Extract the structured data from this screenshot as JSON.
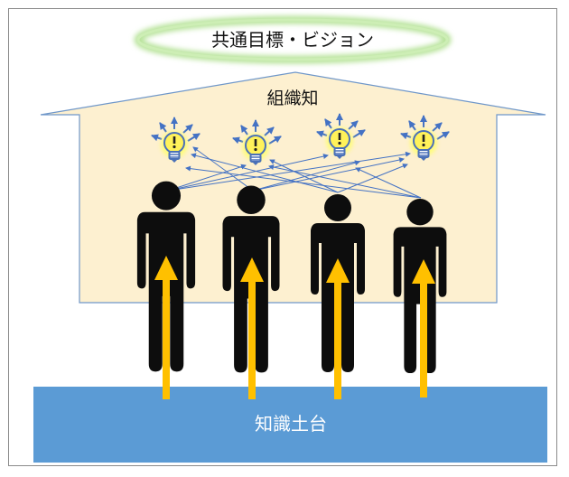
{
  "vision_label": "共通目標・ビジョン",
  "organization_label": "組織知",
  "foundation_label": "知識土台",
  "colors": {
    "house_fill": "#fdf0d0",
    "house_stroke": "#6f97c9",
    "foundation": "#5b9bd5",
    "person": "#0d0d0d",
    "upward_arrow": "#ffc000",
    "idea_arrow": "#4472c4",
    "bulb_fill": "#fff25a",
    "bulb_glow": "#ffff66",
    "halo": "#b7e39a"
  },
  "icons": [
    "lightbulb-icon",
    "person-icon",
    "arrow-up-icon"
  ]
}
